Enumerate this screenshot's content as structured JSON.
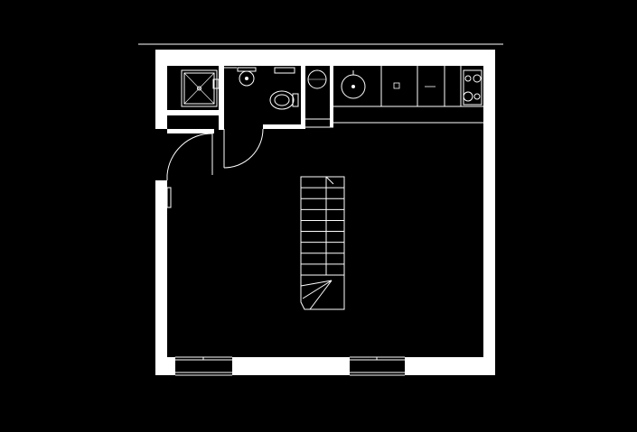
{
  "drawing": {
    "background_color": "#000000",
    "line_color": "#ffffff",
    "wall_fill": "#ffffff",
    "style": "architectural floor plan, white walls on black background",
    "rooms": [
      "shower-room",
      "wc",
      "kitchen",
      "living-area"
    ],
    "fixtures": [
      "shower-tray",
      "washbasin",
      "toilet",
      "water-heater",
      "kitchen-sink",
      "cooktop",
      "staircase"
    ],
    "staircase": {
      "steps": 12,
      "direction": "up-to-top"
    },
    "doors": 2,
    "windows": 2
  }
}
